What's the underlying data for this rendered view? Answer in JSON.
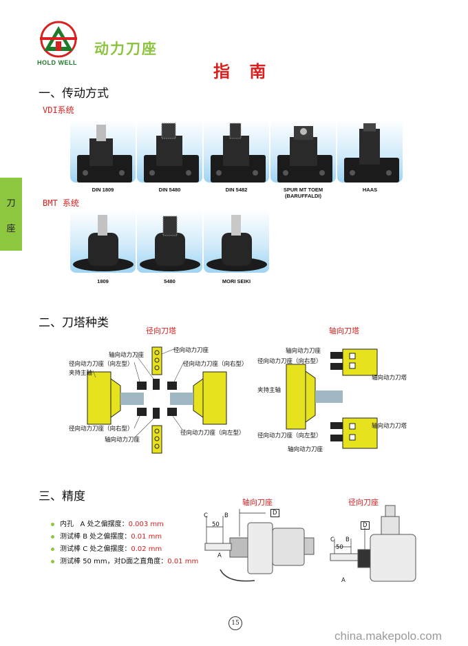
{
  "header": {
    "brand_name": "HOLD WELL",
    "product_title": "动力刀座",
    "page_title": "指 南"
  },
  "side_tab": {
    "line1": "刀",
    "line2": "座"
  },
  "section1": {
    "title": "一、传动方式",
    "vdi": {
      "label": "VDI系统",
      "items": [
        {
          "caption": "DIN 1809"
        },
        {
          "caption": "DIN 5480"
        },
        {
          "caption": "DIN 5482"
        },
        {
          "caption": "SPUR MT TOEM\n(BARUFFALDI)"
        },
        {
          "caption": "HAAS"
        }
      ]
    },
    "bmt": {
      "label": "BMT 系统",
      "items": [
        {
          "caption": "1809"
        },
        {
          "caption": "5480"
        },
        {
          "caption": "MORI SEIKI"
        }
      ]
    }
  },
  "section2": {
    "title": "二、刀塔种类",
    "radial_title": "径向刀塔",
    "axial_title": "轴向刀塔",
    "radial_labels": {
      "top_axial": "轴向动力刀座",
      "top_radial": "径向动力刀座",
      "left_radial_left": "径向动力刀座（向左型）",
      "right_radial_right": "径向动力刀座（向右型）",
      "spindle": "夹持主轴",
      "bottom_radial_right": "径向动力刀座（向右型）",
      "bottom_radial_left": "径向动力刀座（向左型）",
      "bottom_axial": "轴向动力刀座"
    },
    "axial_labels": {
      "top_axial": "轴向动力刀座",
      "top_radial_right": "径向动力刀座（向右型）",
      "right_axial_top": "轴向动力刀塔",
      "spindle": "夹持主轴",
      "right_axial_bottom": "轴向动力刀塔",
      "bottom_radial_left": "径向动力刀座（向左型）",
      "bottom_axial": "轴向动力刀座"
    }
  },
  "section3": {
    "title": "三、精度",
    "specs": [
      {
        "name": "内孔",
        "desc": "A 处之偏摆度：",
        "value": "0.003 mm"
      },
      {
        "name": "测试棒",
        "desc": "B 处之偏摆度：",
        "value": "0.01 mm"
      },
      {
        "name": "测试棒",
        "desc": "C 处之偏摆度：",
        "value": "0.02 mm"
      },
      {
        "name": "测试棒",
        "desc": "50 mm，对D面之直角度：",
        "value": "0.01 mm"
      }
    ],
    "axial_holder_title": "轴向刀座",
    "radial_holder_title": "径向刀座",
    "marks": {
      "a": "A",
      "b": "B",
      "c": "C",
      "d": "D",
      "len": "50"
    }
  },
  "footer": {
    "page_number": "15",
    "watermark": "china.makepolo.com"
  },
  "colors": {
    "brand_green": "#8dc63f",
    "accent_red": "#d9201f",
    "turret_yellow": "#e6e21e"
  }
}
